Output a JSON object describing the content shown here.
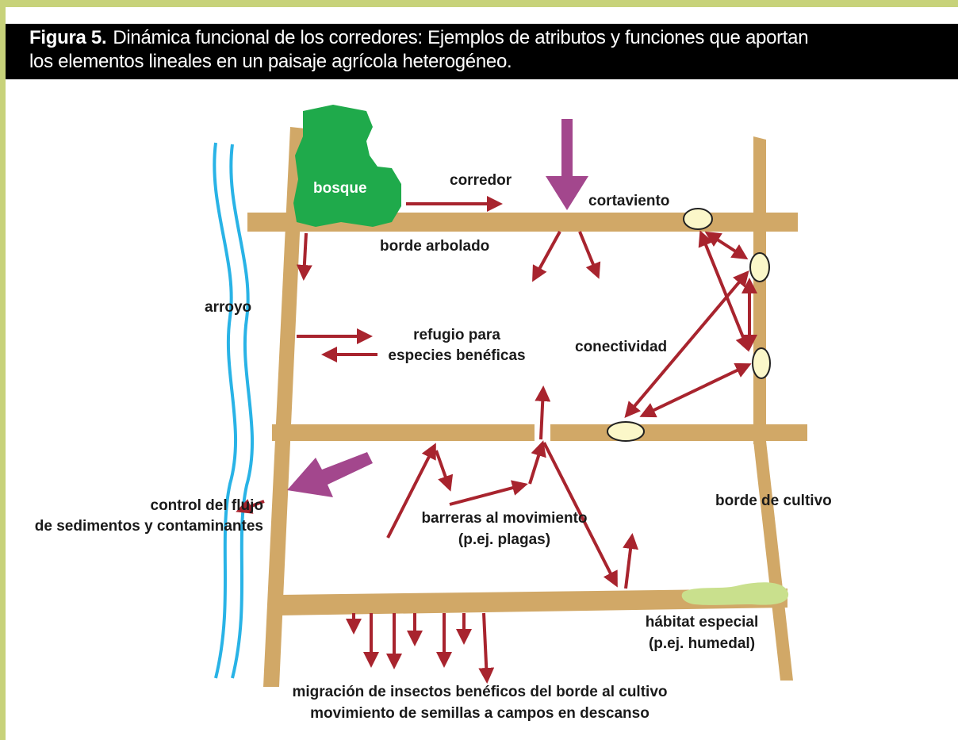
{
  "figure": {
    "label": "Figura 5.",
    "caption_line1": "Dinámica funcional de los corredores: Ejemplos de atributos y funciones que aportan",
    "caption_line2": "los elementos lineales en un paisaje agrícola heterogéneo."
  },
  "labels": {
    "bosque": "bosque",
    "corredor": "corredor",
    "cortaviento": "cortaviento",
    "borde_arbolado": "borde arbolado",
    "arroyo": "arroyo",
    "refugio_1": "refugio para",
    "refugio_2": "especies benéficas",
    "conectividad": "conectividad",
    "control_1": "control del flujo",
    "control_2": "de sedimentos y contaminantes",
    "barreras_1": "barreras al movimiento",
    "barreras_2": "(p.ej. plagas)",
    "borde_cultivo": "borde de cultivo",
    "habitat_1": "hábitat especial",
    "habitat_2": "(p.ej. humedal)",
    "migracion": "migración de insectos benéficos del borde al cultivo",
    "movimiento": "movimiento de semillas a campos en descanso"
  },
  "colors": {
    "frame": "#c7d27a",
    "hedgerow": "#d1a867",
    "stream": "#29b3e6",
    "arrow_red": "#a8242e",
    "arrow_purple": "#a3478d",
    "forest": "#1faa4b",
    "node_fill": "#fbf7c9",
    "wetland": "#c9e08d"
  }
}
